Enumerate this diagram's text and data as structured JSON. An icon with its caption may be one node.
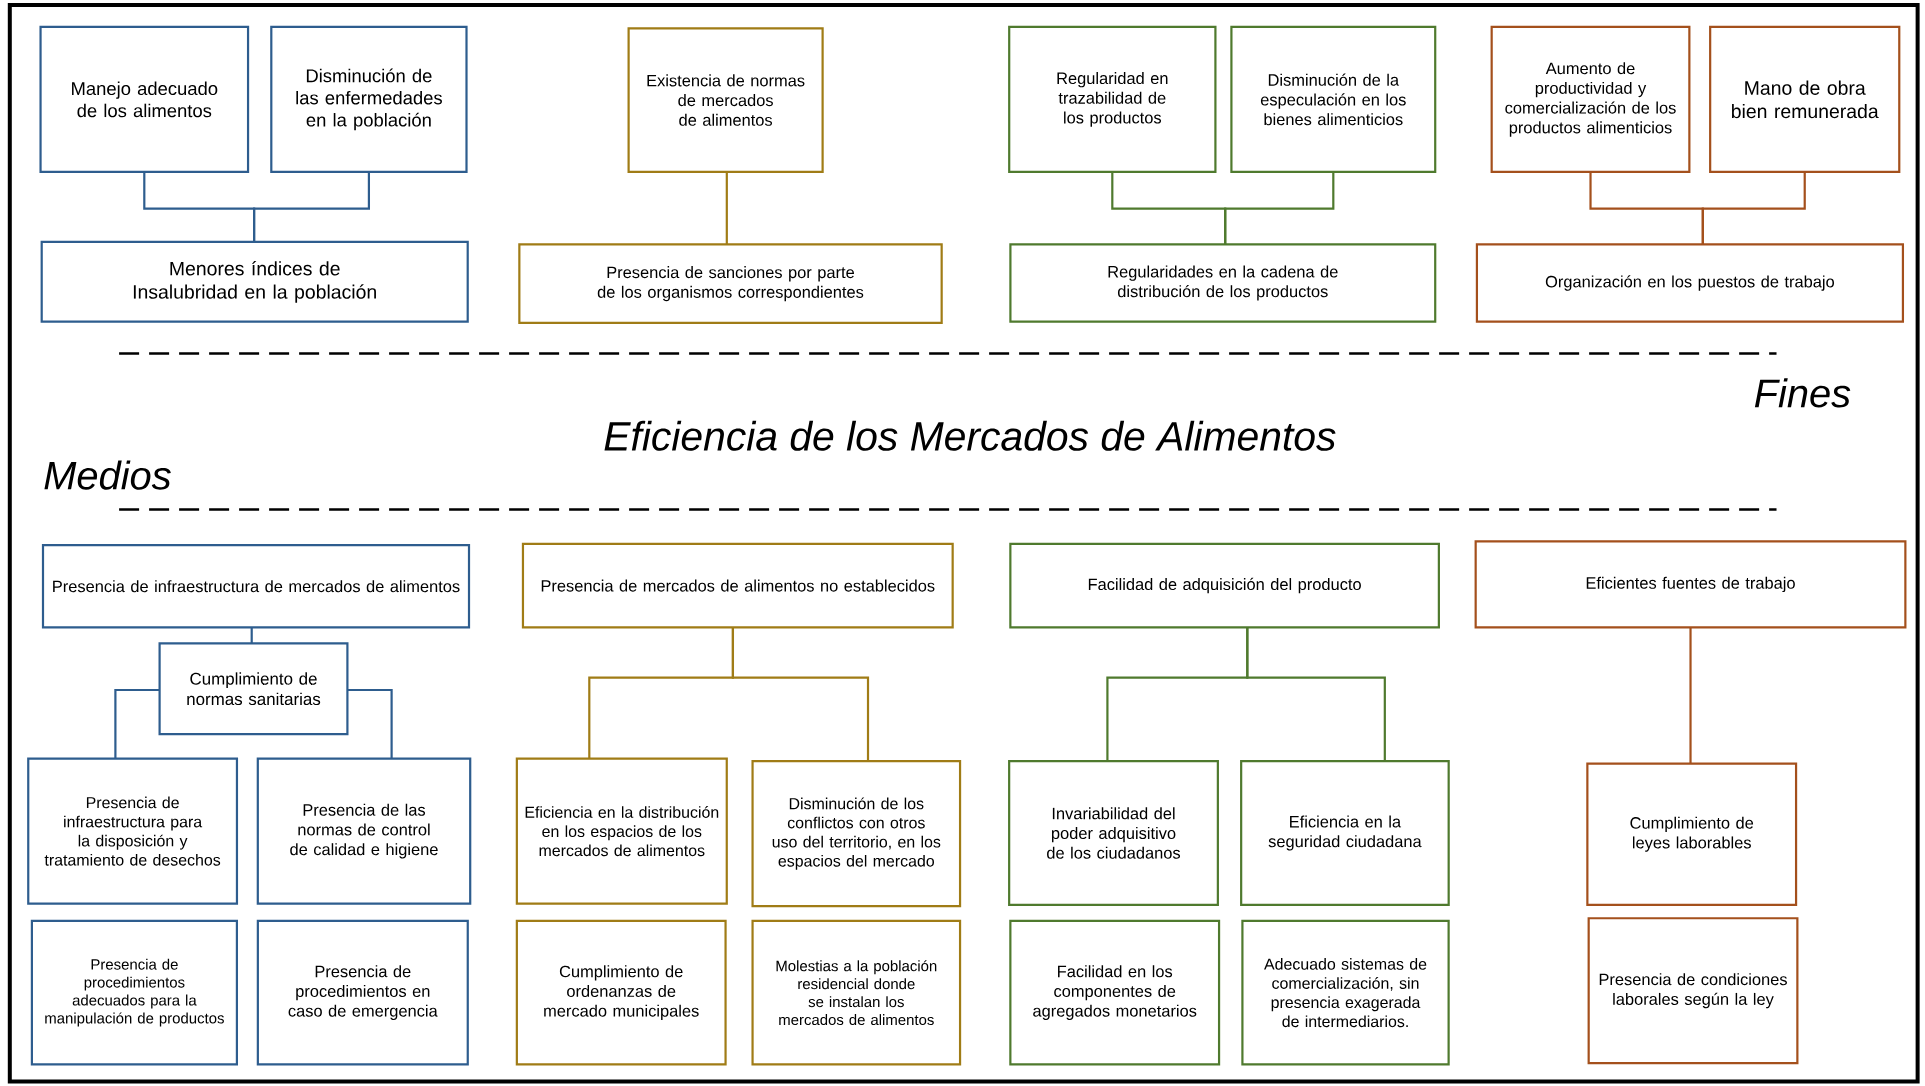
{
  "diagram": {
    "title": "Eficiencia de los Mercados de Alimentos",
    "nodes": [
      {
        "text": [
          "Manejo adecuado de los alimentos"
        ]
      },
      {
        "text": [
          "Disminución de las enfermedades en la población"
        ]
      },
      {
        "text": [
          "Menores índices de Insalubridad en la población"
        ]
      },
      {
        "text": [
          "Existencia de normas de mercados de alimentos"
        ]
      },
      {
        "text": [
          "Presencia de sanciones por parte de los organismos correspondientes"
        ]
      },
      {
        "text": [
          "Regularidad en trazabilidad de los productos"
        ]
      },
      {
        "text": [
          "Disminución de la especulación en los bienes alimenticios"
        ]
      },
      {
        "text": [
          "Regularidades en la cadena de distribución de los productos"
        ]
      },
      {
        "text": [
          "Aumento de productividad y comercialización de los productos alimenticios"
        ]
      },
      {
        "text": [
          "Mano de obra bien remunerada"
        ]
      },
      {
        "text": [
          "Organización en los puestos de trabajo"
        ]
      },
      {
        "text": [
          "Presencia de infraestructura de mercados de alimentos"
        ]
      },
      {
        "text": [
          "Cumplimiento de normas sanitarias"
        ]
      },
      {
        "text": [
          "Presencia de infraestructura para la disposición y tratamiento de desechos"
        ]
      },
      {
        "text": [
          "Presencia de las normas de control de calidad e higiene"
        ]
      },
      {
        "text": [
          "Presencia de procedimientos adecuados para la manipulación de productos"
        ]
      },
      {
        "text": [
          "Presencia de procedimientos en caso de emergencia"
        ]
      },
      {
        "text": [
          "Presencia de mercados de alimentos no establecidos"
        ]
      },
      {
        "text": [
          "Eficiencia en la distribución en los espacios de los mercados de alimentos"
        ]
      },
      {
        "text": [
          "Disminución de los conflictos con otros uso del territorio, en los espacios del mercado"
        ]
      },
      {
        "text": [
          "Cumplimiento de ordenanzas de mercado municipales"
        ]
      },
      {
        "text": [
          "Molestias a la población residencial donde se instalan los mercados de alimentos"
        ]
      },
      {
        "text": [
          "Facilidad de adquisición del producto"
        ]
      },
      {
        "text": [
          "Invariabilidad del poder adquisitivo de los ciudadanos"
        ]
      },
      {
        "text": [
          "Eficiencia en la seguridad ciudadana"
        ]
      },
      {
        "text": [
          "Facilidad en los componentes de agregados monetarios"
        ]
      },
      {
        "text": [
          "Adecuado sistemas de comercialización, sin presencia exagerada de intermediarios."
        ]
      },
      {
        "text": [
          "Eficientes fuentes de trabajo"
        ]
      },
      {
        "text": [
          "Cumplimiento de leyes laborables"
        ]
      },
      {
        "text": [
          "Presencia de condiciones laborales según la ley"
        ]
      }
    ],
    "edges": [
      {
        "from": 0,
        "to": 2,
        "arrow": "none"
      },
      {
        "from": 1,
        "to": 2,
        "arrow": "none"
      },
      {
        "from": 3,
        "to": 4,
        "arrow": "none",
        "color": "#a07c16"
      },
      {
        "from": 5,
        "to": 7,
        "arrow": "none",
        "color": "#4f7a2e"
      },
      {
        "from": 6,
        "to": 7,
        "arrow": "none",
        "color": "#4f7a2e"
      },
      {
        "from": 8,
        "to": 10,
        "arrow": "none",
        "color": "#a4501c"
      },
      {
        "from": 9,
        "to": 10,
        "arrow": "none",
        "color": "#a4501c"
      },
      {
        "from": 11,
        "to": 12,
        "arrow": "none"
      },
      {
        "from": 12,
        "to": 13,
        "arrow": "none"
      },
      {
        "from": 12,
        "to": 14,
        "arrow": "none"
      },
      {
        "from": 17,
        "to": 18,
        "arrow": "none",
        "color": "#a07c16"
      },
      {
        "from": 17,
        "to": 19,
        "arrow": "none",
        "color": "#a07c16"
      },
      {
        "from": 22,
        "to": 23,
        "arrow": "none",
        "color": "#4f7a2e"
      },
      {
        "from": 22,
        "to": 24,
        "arrow": "none",
        "color": "#4f7a2e"
      },
      {
        "from": 27,
        "to": 28,
        "arrow": "none",
        "color": "#a4501c"
      }
    ],
    "labels": [
      "Fines",
      "Medios"
    ]
  }
}
